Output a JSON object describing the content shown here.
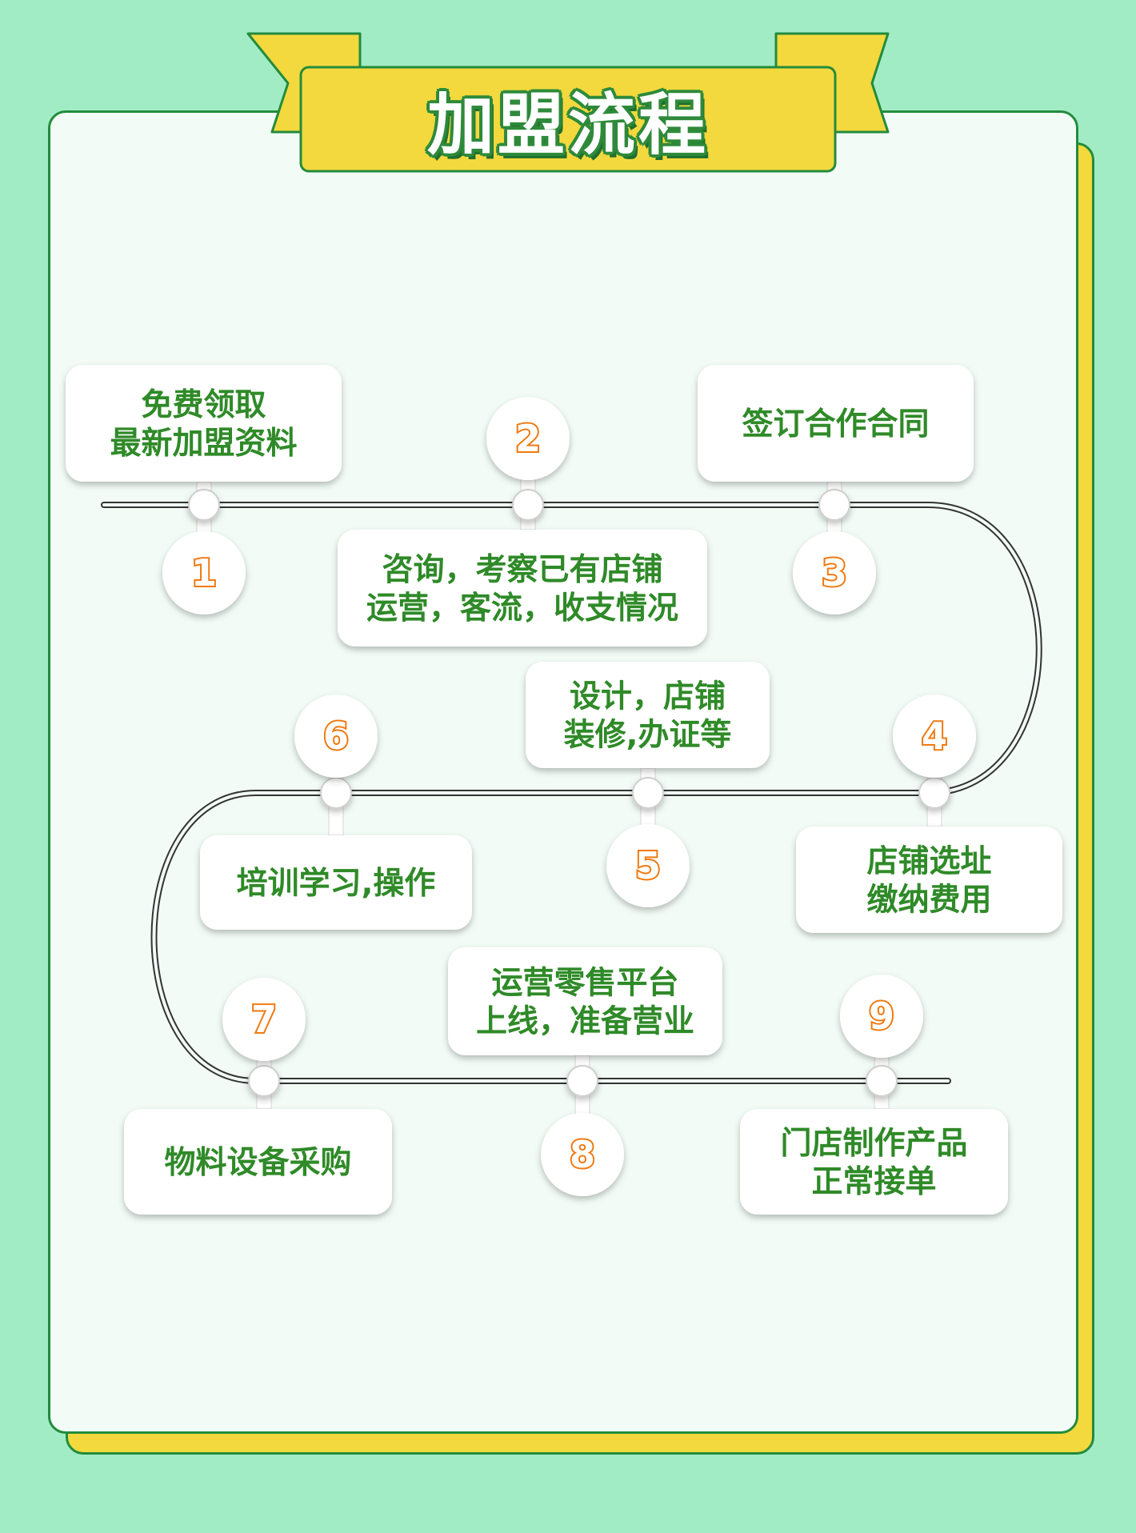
{
  "title": "加盟流程",
  "colors": {
    "background": "#a2ecc5",
    "card": "#f2fbf6",
    "card_shadow": "#f3d93e",
    "banner": "#f3d93e",
    "border": "#238c3d",
    "text": "#2f8a28",
    "number": "#f07a12"
  },
  "steps": [
    {
      "number": "1",
      "lines": [
        "免费领取",
        "最新加盟资料"
      ]
    },
    {
      "number": "2",
      "lines": [
        "咨询，考察已有店铺",
        "运营，客流，收支情况"
      ]
    },
    {
      "number": "3",
      "lines": [
        "签订合作合同"
      ]
    },
    {
      "number": "4",
      "lines": [
        "店铺选址",
        "缴纳费用"
      ]
    },
    {
      "number": "5",
      "lines": [
        "设计，店铺",
        "装修,办证等"
      ]
    },
    {
      "number": "6",
      "lines": [
        "培训学习,操作"
      ]
    },
    {
      "number": "7",
      "lines": [
        "物料设备采购"
      ]
    },
    {
      "number": "8",
      "lines": [
        "运营零售平台",
        "上线，准备营业"
      ]
    },
    {
      "number": "9",
      "lines": [
        "门店制作产品",
        "正常接单"
      ]
    }
  ]
}
